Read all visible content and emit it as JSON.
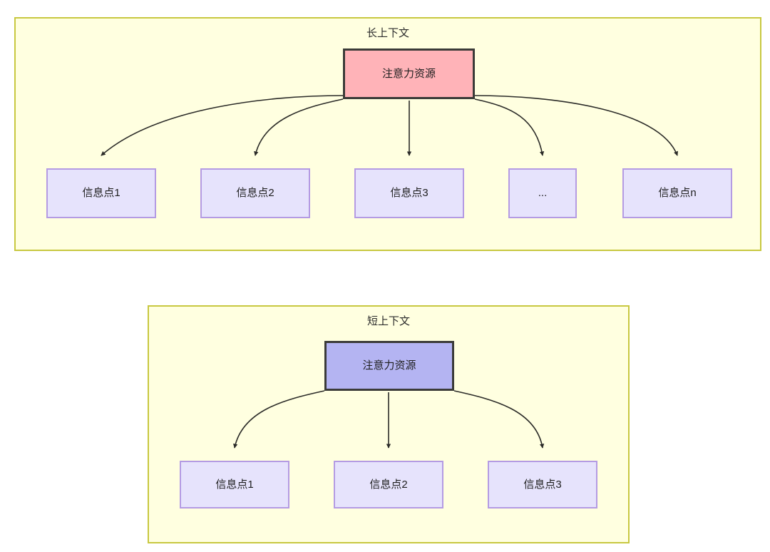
{
  "diagram": {
    "title_hidden": "",
    "colors": {
      "panel_fill": "#FFFFE0",
      "panel_border": "#C8C840",
      "root_long_fill": "#FFB3B8",
      "root_short_fill": "#B4B4F2",
      "root_border": "#3B3B38",
      "leaf_fill": "#E6E3FC",
      "leaf_border": "#B49BE3",
      "edge_stroke": "#2B2B28",
      "text": "#1F1F1F",
      "background": "#FFFFFF"
    },
    "panels": [
      {
        "id": "long-context",
        "title": "长上下文",
        "root": {
          "label": "注意力资源"
        },
        "leaves": [
          {
            "label": "信息点1"
          },
          {
            "label": "信息点2"
          },
          {
            "label": "信息点3"
          },
          {
            "label": "..."
          },
          {
            "label": "信息点n"
          }
        ]
      },
      {
        "id": "short-context",
        "title": "短上下文",
        "root": {
          "label": "注意力资源"
        },
        "leaves": [
          {
            "label": "信息点1"
          },
          {
            "label": "信息点2"
          },
          {
            "label": "信息点3"
          }
        ]
      }
    ]
  }
}
